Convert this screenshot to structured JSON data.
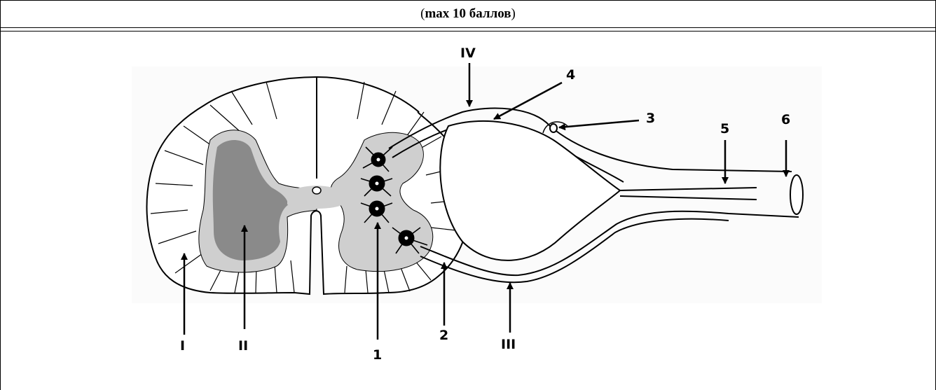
{
  "header": {
    "open_paren": "(",
    "bold_text": "max 10 баллов",
    "close_paren": ")"
  },
  "labels": {
    "I": "I",
    "II": "II",
    "III": "III",
    "IV": "IV",
    "n1": "1",
    "n2": "2",
    "n3": "3",
    "n4": "4",
    "n5": "5",
    "n6": "6"
  }
}
